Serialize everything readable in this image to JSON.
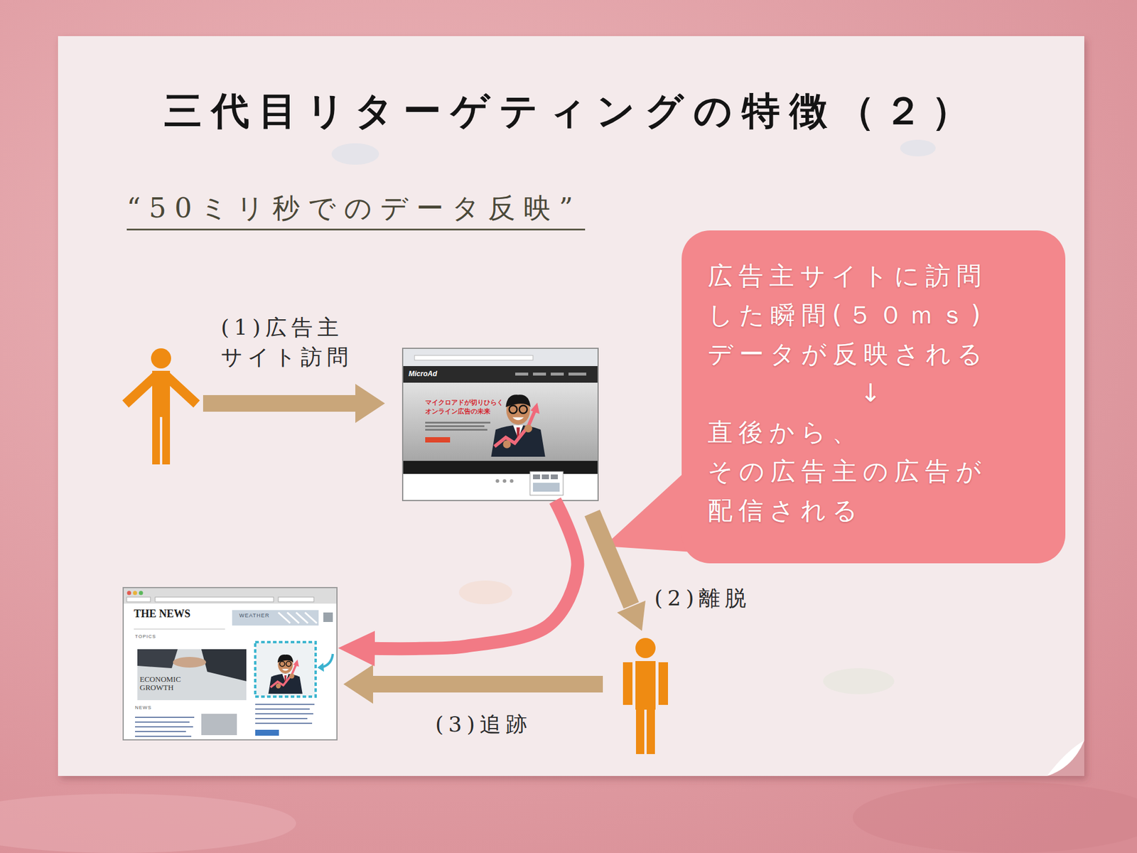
{
  "diagram": {
    "title": "三代目リターゲティングの特徴（２）",
    "nodes": [
      {
        "text": [
          "MicroAd",
          "マイクロアドが切りひらく オンライン広告の未来"
        ]
      },
      {
        "text": [
          "広告主サイトに訪問 した瞬間(５０ｍｓ) データが反映される",
          "↓",
          "直後から、 その広告主の広告が 配信される"
        ]
      },
      {
        "text": [
          "THE NEWS",
          "WEATHER",
          "TOPICS",
          "ECONOMIC GROWTH",
          "NEWS"
        ]
      }
    ],
    "edges": [
      {
        "from": 0,
        "to": 2,
        "arrow": "to"
      }
    ],
    "labels": [
      "“50ミリ秒でのデータ反映”",
      "(1)広告主 サイト訪問",
      "(2)離脱",
      "(3)追跡"
    ]
  }
}
